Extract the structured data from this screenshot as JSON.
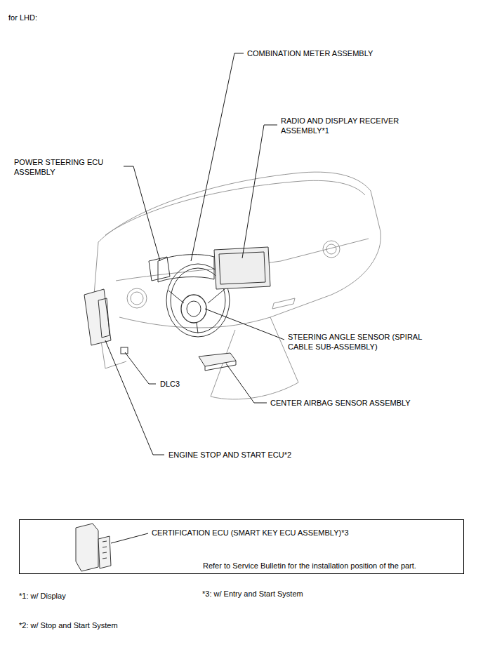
{
  "diagram": {
    "nodes": [
      {
        "text": [
          "CERTIFICATION ECU (SMART KEY ECU ASSEMBLY)*3",
          "Refer to Service Bulletin for the installation position of the part."
        ]
      }
    ],
    "labels": [
      "for LHD:",
      "COMBINATION METER ASSEMBLY",
      "RADIO AND DISPLAY RECEIVER ASSEMBLY*1",
      "POWER STEERING ECU ASSEMBLY",
      "STEERING ANGLE SENSOR (SPIRAL CABLE SUB-ASSEMBLY)",
      "DLC3",
      "CENTER AIRBAG SENSOR ASSEMBLY",
      "ENGINE STOP AND START ECU*2",
      "*1: w/ Display",
      "*3: w/ Entry and Start System",
      "*2: w/ Stop and Start System"
    ]
  }
}
